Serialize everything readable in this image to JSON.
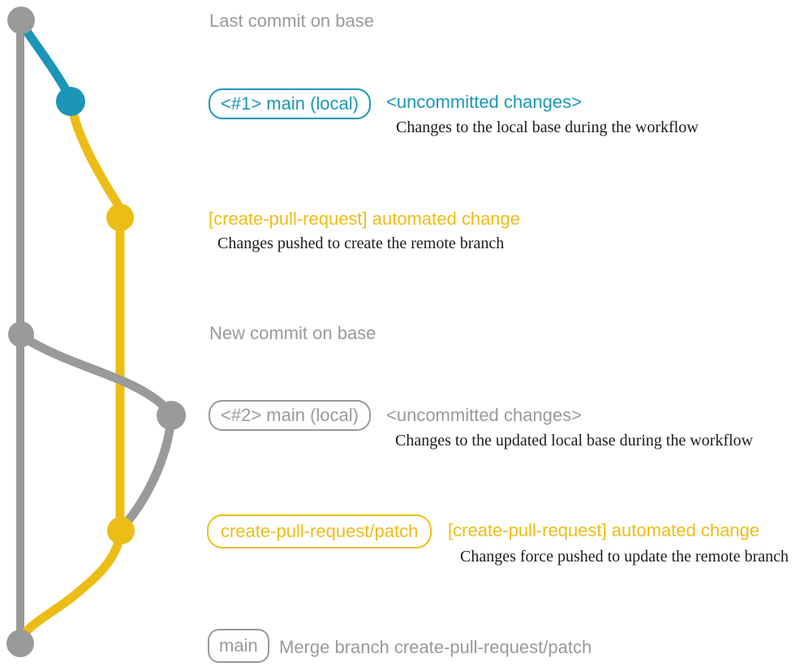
{
  "colors": {
    "gray": "#9a9a9a",
    "teal": "#1b96b8",
    "yellow": "#edbd17",
    "ink": "#1c1c1c",
    "background": "#ffffff"
  },
  "rows": {
    "last_commit": {
      "label": "Last commit on base"
    },
    "local_1": {
      "badge": "<#1> main (local)",
      "note": "<uncommitted changes>",
      "desc": "Changes to the local base during the workflow"
    },
    "pr_commit_1": {
      "note": "[create-pull-request] automated change",
      "desc": "Changes pushed to create the remote branch"
    },
    "new_commit": {
      "label": "New commit on base"
    },
    "local_2": {
      "badge": "<#2> main (local)",
      "note": "<uncommitted changes>",
      "desc": "Changes to the updated local base during the workflow"
    },
    "pr_commit_2": {
      "badge": "create-pull-request/patch",
      "note": "[create-pull-request] automated change",
      "desc": "Changes force pushed to update the remote branch"
    },
    "merge": {
      "badge": "main",
      "label": "Merge branch create-pull-request/patch"
    }
  },
  "graph": {
    "branches": [
      {
        "name": "base",
        "color": "gray"
      },
      {
        "name": "main (local)",
        "color": "teal"
      },
      {
        "name": "create-pull-request/patch",
        "color": "yellow"
      }
    ],
    "commits": [
      {
        "id": "base-last-commit",
        "color": "gray"
      },
      {
        "id": "local-main-1",
        "color": "teal"
      },
      {
        "id": "pr-branch-created",
        "color": "yellow"
      },
      {
        "id": "base-new-commit",
        "color": "gray"
      },
      {
        "id": "local-main-2",
        "color": "gray"
      },
      {
        "id": "pr-branch-updated",
        "color": "yellow"
      },
      {
        "id": "merge-commit",
        "color": "gray"
      }
    ]
  }
}
